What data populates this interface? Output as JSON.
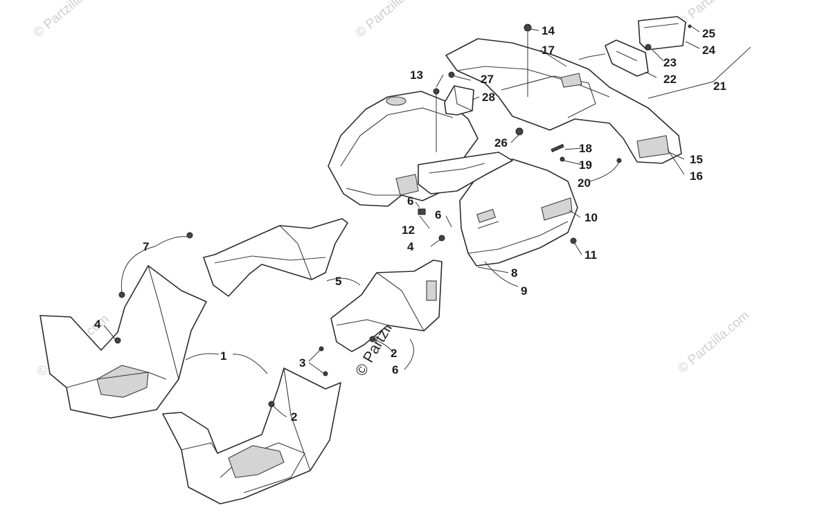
{
  "callouts": [
    {
      "id": "c1",
      "text": "1"
    },
    {
      "id": "c2a",
      "text": "2"
    },
    {
      "id": "c2b",
      "text": "2"
    },
    {
      "id": "c3",
      "text": "3"
    },
    {
      "id": "c4a",
      "text": "4"
    },
    {
      "id": "c4b",
      "text": "4"
    },
    {
      "id": "c5",
      "text": "5"
    },
    {
      "id": "c6a",
      "text": "6"
    },
    {
      "id": "c6b",
      "text": "6"
    },
    {
      "id": "c6c",
      "text": "6"
    },
    {
      "id": "c7",
      "text": "7"
    },
    {
      "id": "c8",
      "text": "8"
    },
    {
      "id": "c9",
      "text": "9"
    },
    {
      "id": "c10",
      "text": "10"
    },
    {
      "id": "c11",
      "text": "11"
    },
    {
      "id": "c12",
      "text": "12"
    },
    {
      "id": "c13",
      "text": "13"
    },
    {
      "id": "c14",
      "text": "14"
    },
    {
      "id": "c15",
      "text": "15"
    },
    {
      "id": "c16",
      "text": "16"
    },
    {
      "id": "c17",
      "text": "17"
    },
    {
      "id": "c18",
      "text": "18"
    },
    {
      "id": "c19",
      "text": "19"
    },
    {
      "id": "c20",
      "text": "20"
    },
    {
      "id": "c21",
      "text": "21"
    },
    {
      "id": "c22",
      "text": "22"
    },
    {
      "id": "c23",
      "text": "23"
    },
    {
      "id": "c24",
      "text": "24"
    },
    {
      "id": "c25",
      "text": "25"
    },
    {
      "id": "c26",
      "text": "26"
    },
    {
      "id": "c27",
      "text": "27"
    },
    {
      "id": "c28",
      "text": "28"
    }
  ],
  "watermarks": {
    "corner": "© Partzilla.com",
    "center": "© Partzilla.com"
  },
  "colors": {
    "line": "#2a2a2a",
    "watermark": "#cfcfcf",
    "shade": "#d4d4d4"
  }
}
